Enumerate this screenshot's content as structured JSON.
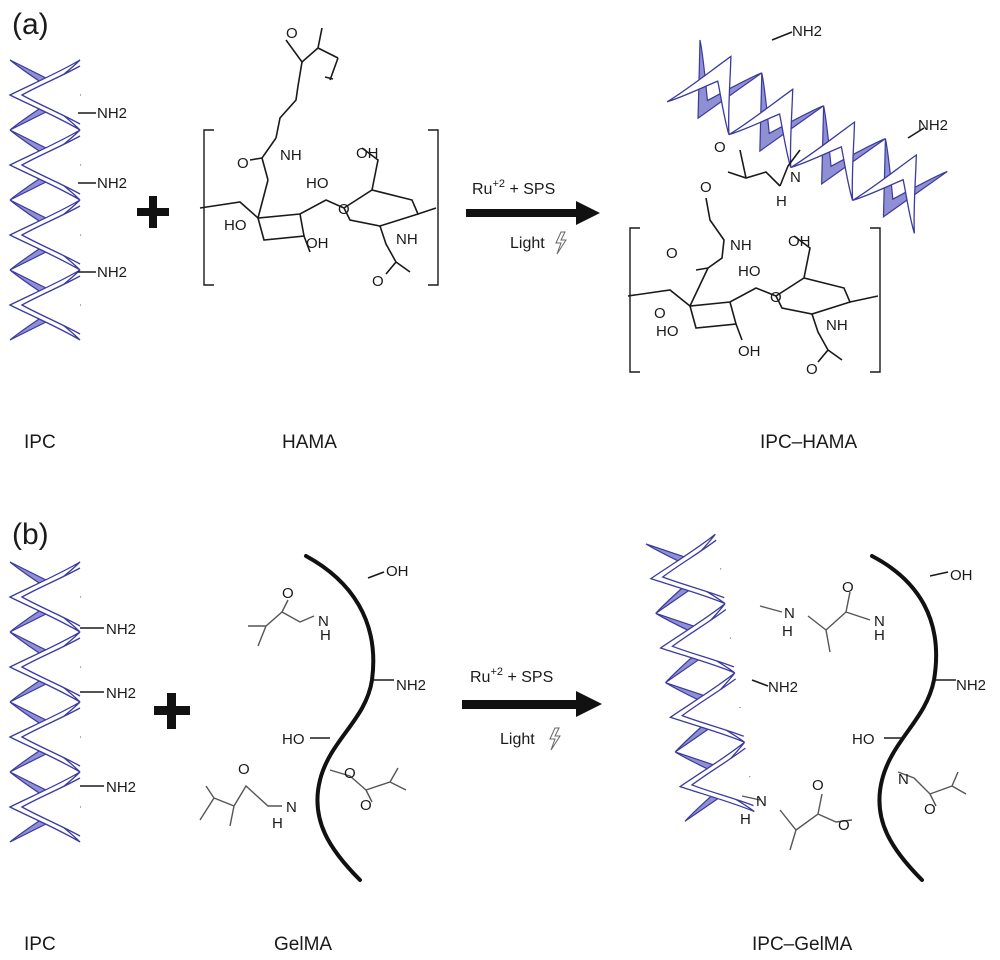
{
  "panels": [
    {
      "label": "(a)",
      "reagent_left": {
        "name": "IPC",
        "groups": [
          "NH2",
          "NH2",
          "NH2"
        ]
      },
      "reagent_right": {
        "name": "HAMA",
        "groups": [
          "NH",
          "O",
          "OH",
          "HO",
          "O",
          "O",
          "HO",
          "OH",
          "NH",
          "O"
        ]
      },
      "arrow": {
        "catalyst_base": "Ru",
        "catalyst_sup": "+2",
        "catalyst_rest": " + SPS",
        "light": "Light"
      },
      "product": {
        "name": "IPC–HAMA",
        "groups": [
          "NH2",
          "NH2",
          "H",
          "N",
          "O",
          "O",
          "NH",
          "O",
          "OH",
          "HO",
          "O",
          "O",
          "HO",
          "OH",
          "NH",
          "O"
        ]
      }
    },
    {
      "label": "(b)",
      "reagent_left": {
        "name": "IPC",
        "groups": [
          "NH2",
          "NH2",
          "NH2"
        ]
      },
      "reagent_right": {
        "name": "GelMA",
        "groups": [
          "OH",
          "O",
          "N",
          "H",
          "NH2",
          "HO",
          "O",
          "O",
          "O",
          "N",
          "H"
        ]
      },
      "arrow": {
        "catalyst_base": "Ru",
        "catalyst_sup": "+2",
        "catalyst_rest": " + SPS",
        "light": "Light"
      },
      "product": {
        "name": "IPC–GelMA",
        "groups": [
          "N",
          "H",
          "O",
          "N",
          "H",
          "OH",
          "NH2",
          "NH2",
          "HO",
          "N",
          "O",
          "N",
          "H",
          "O",
          "O"
        ]
      }
    }
  ],
  "colors": {
    "helix_fill": "#8f8fd4",
    "helix_stroke": "#3a3aa0",
    "ribbon": "#ffffff",
    "ink": "#1a1a1a"
  },
  "icons": [
    "plus-icon",
    "reaction-arrow-icon",
    "lightning-icon",
    "helix-icon"
  ]
}
